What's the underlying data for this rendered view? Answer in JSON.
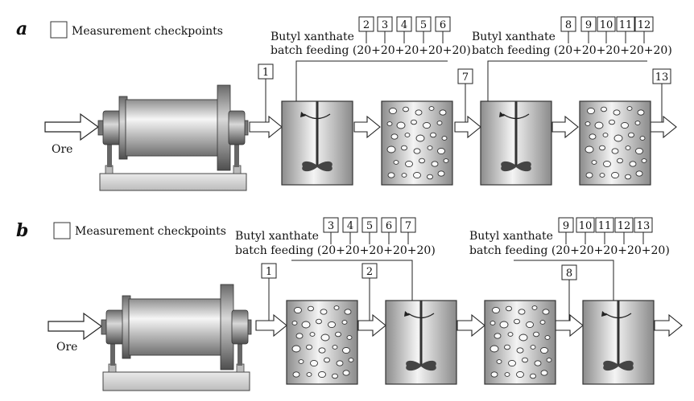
{
  "panel_a": {
    "letter": "a",
    "legend": "Measurement checkpoints",
    "ore_label": "Ore",
    "feed_1_line1": "Butyl xanthate",
    "feed_1_line2": "batch feeding (20+20+20+20+20)",
    "feed_2_line1": "Butyl xanthate",
    "feed_2_line2": "batch feeding (20+20+20+20+20)",
    "cp_single": [
      "1",
      "7",
      "13"
    ],
    "cp_feed_1": [
      "2",
      "3",
      "4",
      "5",
      "6"
    ],
    "cp_feed_2": [
      "8",
      "9",
      "10",
      "11",
      "12"
    ]
  },
  "panel_b": {
    "letter": "b",
    "legend": "Measurement checkpoints",
    "ore_label": "Ore",
    "feed_1_line1": "Butyl xanthate",
    "feed_1_line2": "batch feeding (20+20+20+20+20)",
    "feed_2_line1": "Butyl xanthate",
    "feed_2_line2": "batch feeding (20+20+20+20+20)",
    "cp_single": [
      "1",
      "2",
      "8"
    ],
    "cp_feed_1": [
      "3",
      "4",
      "5",
      "6",
      "7"
    ],
    "cp_feed_2": [
      "9",
      "10",
      "11",
      "12",
      "13"
    ]
  },
  "colors": {
    "box_fill_light": "#f2f2f2",
    "box_fill_dark": "#9a9a9a",
    "stroke": "#333333",
    "mill_base": "#d4d4d4"
  }
}
